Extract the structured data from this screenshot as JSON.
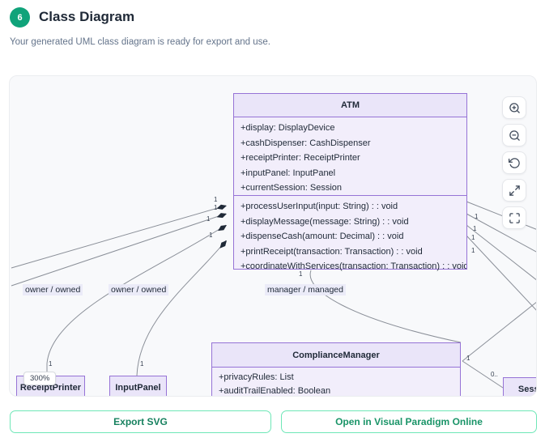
{
  "header": {
    "step_number": "6",
    "title": "Class Diagram",
    "subtitle": "Your generated UML class diagram is ready for export and use."
  },
  "controls": {
    "icons": [
      "zoom-in-icon",
      "zoom-out-icon",
      "reset-view-icon",
      "expand-icon",
      "fit-view-icon"
    ]
  },
  "diagram": {
    "zoom_level": "300%",
    "classes": {
      "atm": {
        "name": "ATM",
        "attributes": [
          "+display: DisplayDevice",
          "+cashDispenser: CashDispenser",
          "+receiptPrinter: ReceiptPrinter",
          "+inputPanel: InputPanel",
          "+currentSession: Session"
        ],
        "methods": [
          "+processUserInput(input: String) : : void",
          "+displayMessage(message: String) : : void",
          "+dispenseCash(amount: Decimal) : : void",
          "+printReceipt(transaction: Transaction) : : void",
          "+coordinateWithServices(transaction: Transaction) : : void"
        ]
      },
      "compliance_manager": {
        "name": "ComplianceManager",
        "attributes": [
          "+privacyRules: List",
          "+auditTrailEnabled: Boolean"
        ]
      },
      "receipt_printer": {
        "name": "ReceiptPrinter"
      },
      "input_panel": {
        "name": "InputPanel"
      },
      "session": {
        "name": "Session"
      }
    },
    "edge_labels": [
      "owner / owned",
      "owner / owned",
      "manager / managed"
    ],
    "multiplicities": [
      "1",
      "1",
      "1",
      "1",
      "1",
      "1",
      "1",
      "1",
      "1",
      "1",
      "1",
      "1",
      "0.."
    ]
  },
  "footer": {
    "export_svg_label": "Export SVG",
    "open_online_label": "Open in Visual Paradigm Online"
  },
  "colors": {
    "step_badge_green": "#10a37a",
    "button_border_mint": "#6ee7b7",
    "button_text_green": "#17815f",
    "class_border_purple": "#9673d6",
    "class_header_bg": "#eae5f9",
    "class_body_bg": "#f2eefb",
    "canvas_bg": "#f8f9fb"
  }
}
